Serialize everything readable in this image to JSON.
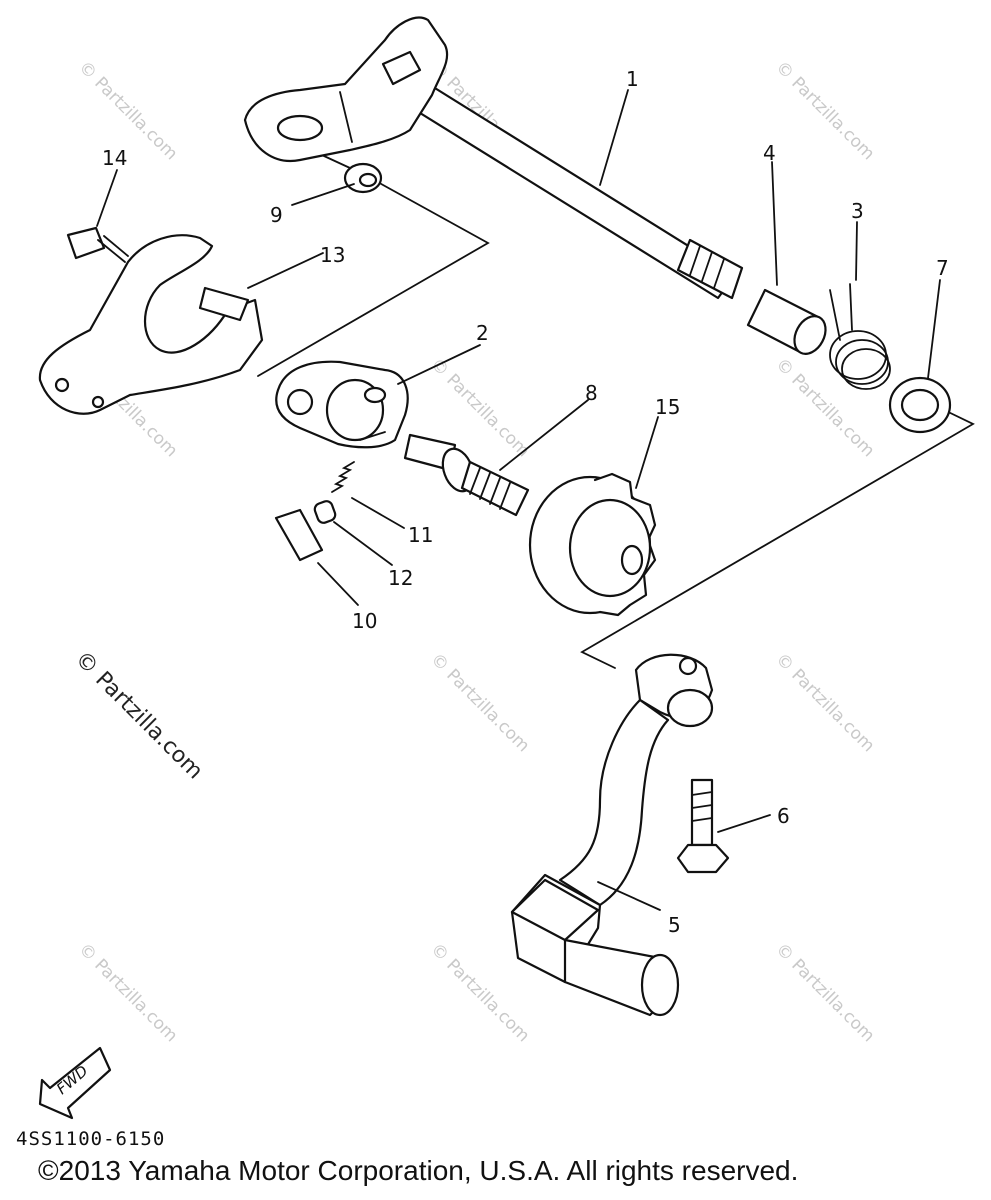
{
  "callouts": {
    "c1": "1",
    "c2": "2",
    "c3": "3",
    "c4": "4",
    "c5": "5",
    "c6": "6",
    "c7": "7",
    "c8": "8",
    "c9": "9",
    "c10": "10",
    "c11": "11",
    "c12": "12",
    "c13": "13",
    "c14": "14",
    "c15": "15"
  },
  "fwd_label": "FWD",
  "watermark": "© Partzilla.com",
  "diagram_code": "4SS1100-6150",
  "copyright": "©2013 Yamaha Motor Corporation, U.S.A. All rights reserved."
}
